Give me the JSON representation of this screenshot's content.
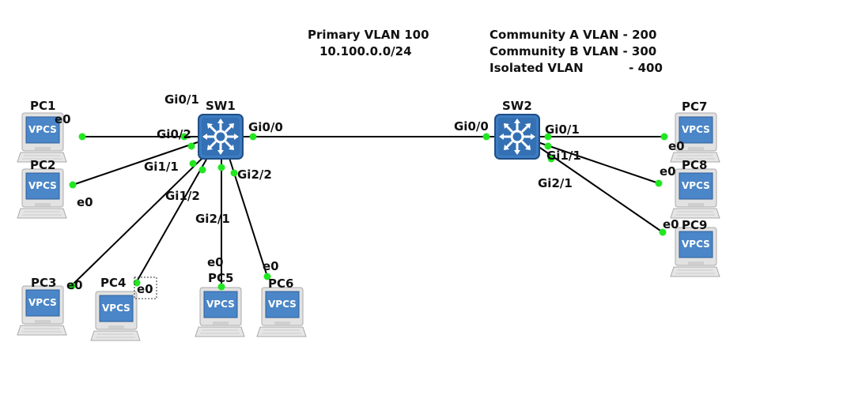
{
  "notes": {
    "primary_vlan_name": "Primary VLAN 100",
    "primary_vlan_subnet": "10.100.0.0/24",
    "community_a": "Community A VLAN - 200",
    "community_b": "Community B VLAN - 300",
    "isolated": "Isolated VLAN           - 400"
  },
  "devices": {
    "sw1": "SW1",
    "sw2": "SW2",
    "pc1": "PC1",
    "pc2": "PC2",
    "pc3": "PC3",
    "pc4": "PC4",
    "pc5": "PC5",
    "pc6": "PC6",
    "pc7": "PC7",
    "pc8": "PC8",
    "pc9": "PC9",
    "vpcs_label": "VPCS"
  },
  "ports": {
    "sw1_gi0_1": "Gi0/1",
    "sw1_gi0_2": "Gi0/2",
    "sw1_gi1_1": "Gi1/1",
    "sw1_gi1_2": "Gi1/2",
    "sw1_gi2_1": "Gi2/1",
    "sw1_gi2_2": "Gi2/2",
    "sw1_gi0_0": "Gi0/0",
    "sw2_gi0_0": "Gi0/0",
    "sw2_gi0_1": "Gi0/1",
    "sw2_gi1_1": "Gi1/1",
    "sw2_gi2_1": "Gi2/1",
    "pc1_e0": "e0",
    "pc2_e0": "e0",
    "pc3_e0": "e0",
    "pc4_e0": "e0",
    "pc5_e0": "e0",
    "pc6_e0": "e0",
    "pc7_e0": "e0",
    "pc8_e0": "e0",
    "pc9_e0": "e0"
  },
  "colors": {
    "switch_fill": "#2f6fb3",
    "port_dot": "#22e622",
    "vpcs_screen": "#4a86c8"
  },
  "icons": {
    "switch": "layer3-switch-icon",
    "pc": "vpcs-computer-icon"
  }
}
